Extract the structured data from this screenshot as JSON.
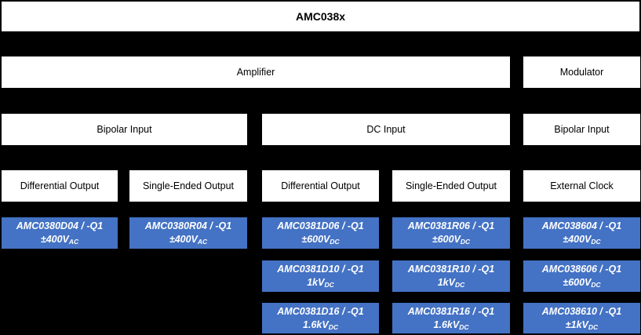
{
  "title": "AMC038x",
  "colors": {
    "background": "#000000",
    "category_box": "#FFFFFF",
    "product_node": "#4472C4",
    "product_text": "#FFFFFF"
  },
  "categories": {
    "amplifier": "Amplifier",
    "modulator": "Modulator",
    "bipolar_input_left": "Bipolar Input",
    "dc_input": "DC Input",
    "bipolar_input_right": "Bipolar Input",
    "bipolar_differential_output": "Differential Output",
    "bipolar_single_ended_output": "Single-Ended Output",
    "dc_differential_output": "Differential Output",
    "dc_single_ended_output": "Single-Ended Output",
    "external_clock": "External Clock"
  },
  "products": {
    "bipolar_differential": [
      {
        "name": "AMC0380D04 / -Q1",
        "rating": "±400V",
        "sub": "AC"
      }
    ],
    "bipolar_single_ended": [
      {
        "name": "AMC0380R04 / -Q1",
        "rating": "±400V",
        "sub": "AC"
      }
    ],
    "dc_differential": [
      {
        "name": "AMC0381D06 / -Q1",
        "rating": "±600V",
        "sub": "DC"
      },
      {
        "name": "AMC0381D10 / -Q1",
        "rating": "1kV",
        "sub": "DC"
      },
      {
        "name": "AMC0381D16 / -Q1",
        "rating": "1.6kV",
        "sub": "DC"
      }
    ],
    "dc_single_ended": [
      {
        "name": "AMC0381R06 / -Q1",
        "rating": "±600V",
        "sub": "DC"
      },
      {
        "name": "AMC0381R10 / -Q1",
        "rating": "1kV",
        "sub": "DC"
      },
      {
        "name": "AMC0381R16 / -Q1",
        "rating": "1.6kV",
        "sub": "DC"
      }
    ],
    "modulator_external_clock": [
      {
        "name": "AMC038604 / -Q1",
        "rating": "±400V",
        "sub": "DC"
      },
      {
        "name": "AMC038606 / -Q1",
        "rating": "±600V",
        "sub": "DC"
      },
      {
        "name": "AMC038610 / -Q1",
        "rating": "±1kV",
        "sub": "DC"
      }
    ]
  }
}
